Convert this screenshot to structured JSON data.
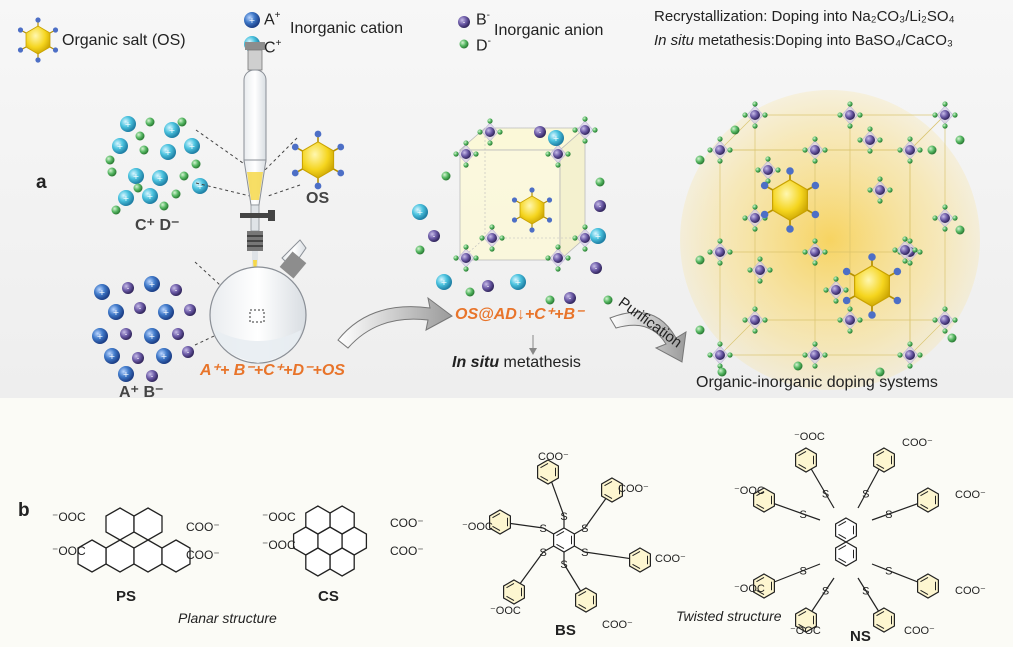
{
  "legend": {
    "os_label": "Organic salt (OS)",
    "cation_a": "A",
    "cation_c": "C",
    "cation_text": "Inorganic cation",
    "anion_b": "B",
    "anion_d": "D",
    "anion_text": "Inorganic anion",
    "recryst": "Recrystallization: Doping into Na₂CO₃/Li₂SO₄",
    "insitu_prefix": "In situ",
    "insitu_rest": " metathesis:Doping into BaSO₄/CaCO₃"
  },
  "panel_a": {
    "letter": "a",
    "cd_label": "C⁺ D⁻",
    "ab_label": "A⁺ B⁻",
    "os_tag": "OS",
    "reaction": "A⁺+ B⁻+C⁺+D⁻+OS",
    "precipitate": "OS@AD↓+C⁺+B⁻",
    "metathesis_italic": "In situ",
    "metathesis_rest": " metathesis",
    "purification": "Purification",
    "result": "Organic-inorganic  doping systems"
  },
  "panel_b": {
    "letter": "b",
    "ps": "PS",
    "cs": "CS",
    "bs": "BS",
    "ns": "NS",
    "planar": "Planar structure",
    "twisted": "Twisted structure",
    "coo": "COO⁻",
    "ooc": "⁻OOC",
    "s": "S"
  },
  "colors": {
    "os_yellow": "#f5d51e",
    "cation_blue": "#3f79c9",
    "cation_cyan": "#4bc3df",
    "anion_purple": "#6b5aa6",
    "anion_green": "#56b863",
    "orange_text": "#e8742a",
    "glow": "#f7d25a"
  }
}
